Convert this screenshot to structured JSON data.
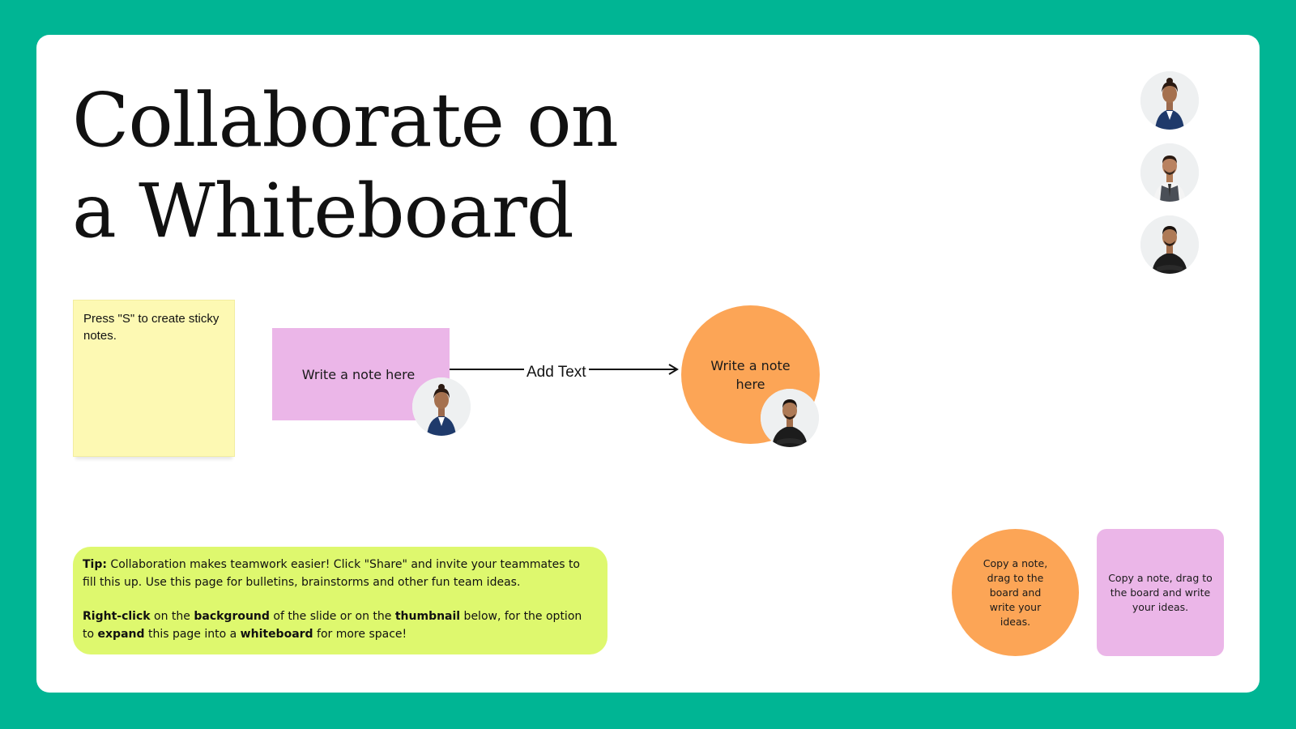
{
  "title": {
    "line1": "Collaborate on",
    "line2": "a Whiteboard"
  },
  "sticky_yellow": {
    "text": "Press \"S\" to create sticky notes."
  },
  "note_pink": {
    "text": "Write a note here"
  },
  "connector": {
    "label": "Add Text"
  },
  "note_circle": {
    "text": "Write a note here"
  },
  "tip": {
    "p1_label": "Tip:",
    "p1_text": " Collaboration makes teamwork easier! Click \"Share\" and invite your teammates to fill this up. Use this page for bulletins, brainstorms and other fun team ideas.",
    "p2_bold1": "Right-click",
    "p2_t1": " on the ",
    "p2_bold2": "background",
    "p2_t2": " of the slide or on the ",
    "p2_bold3": "thumbnail",
    "p2_t3": " below, for the option to ",
    "p2_bold4": "expand",
    "p2_t4": " this page into a ",
    "p2_bold5": "whiteboard",
    "p2_t5": " for more space!"
  },
  "copy_circle": {
    "text": "Copy a note, drag to the board and write your ideas."
  },
  "copy_square": {
    "text": "Copy a note, drag to the board and write your ideas."
  },
  "colors": {
    "background": "#00B594",
    "board": "#FFFFFF",
    "sticky_yellow": "#FDF9B3",
    "pink": "#EBB6E8",
    "orange": "#FCA556",
    "tip": "#DEF86E"
  },
  "avatars": [
    {
      "icon": "woman-in-navy-blazer-avatar"
    },
    {
      "icon": "man-in-gray-vest-avatar"
    },
    {
      "icon": "man-in-black-shirt-avatar"
    }
  ]
}
